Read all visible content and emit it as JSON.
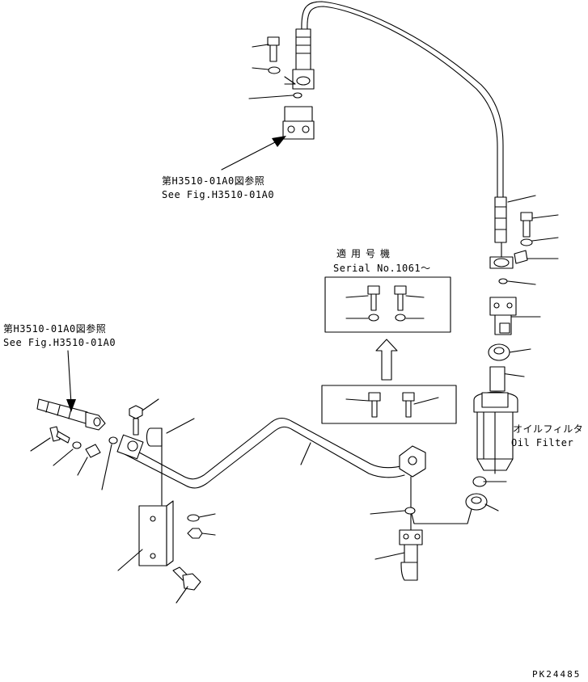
{
  "notes": {
    "top_ref_jp": "第H3510-01A0図参照",
    "top_ref_en": "See Fig.H3510-01A0",
    "left_ref_jp": "第H3510-01A0図参照",
    "left_ref_en": "See Fig.H3510-01A0",
    "serial_jp": "適用号機",
    "serial_en": "Serial No.1061～",
    "filter_jp": "オイルフィルタ",
    "filter_en": "Oil Filter",
    "drawing_no": "PK24485"
  }
}
